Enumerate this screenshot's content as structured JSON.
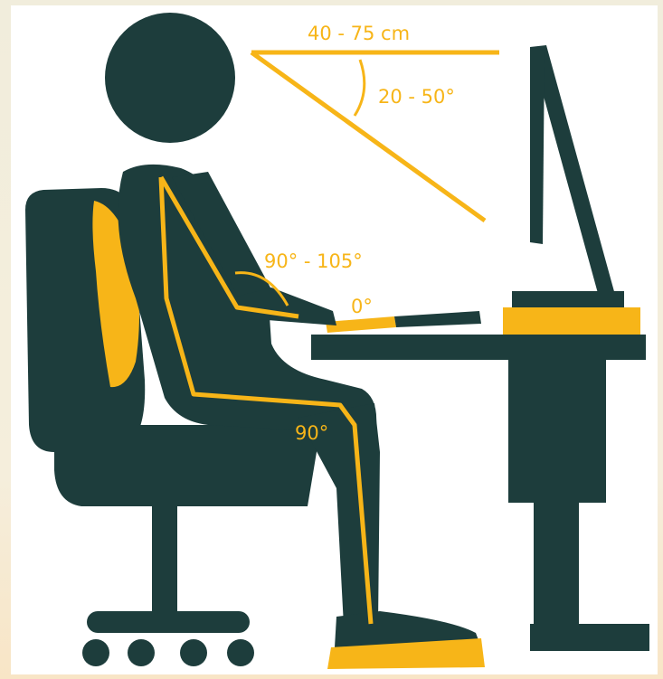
{
  "colors": {
    "figure": "#1d3d3c",
    "accent": "#f7b518",
    "background": "#ffffff",
    "page": "#f4efdf"
  },
  "labels": {
    "viewing_distance": "40 - 75 cm",
    "gaze_angle": "20 - 50°",
    "elbow_angle": "90° - 105°",
    "wrist_angle": "0°",
    "knee_angle": "90°"
  }
}
